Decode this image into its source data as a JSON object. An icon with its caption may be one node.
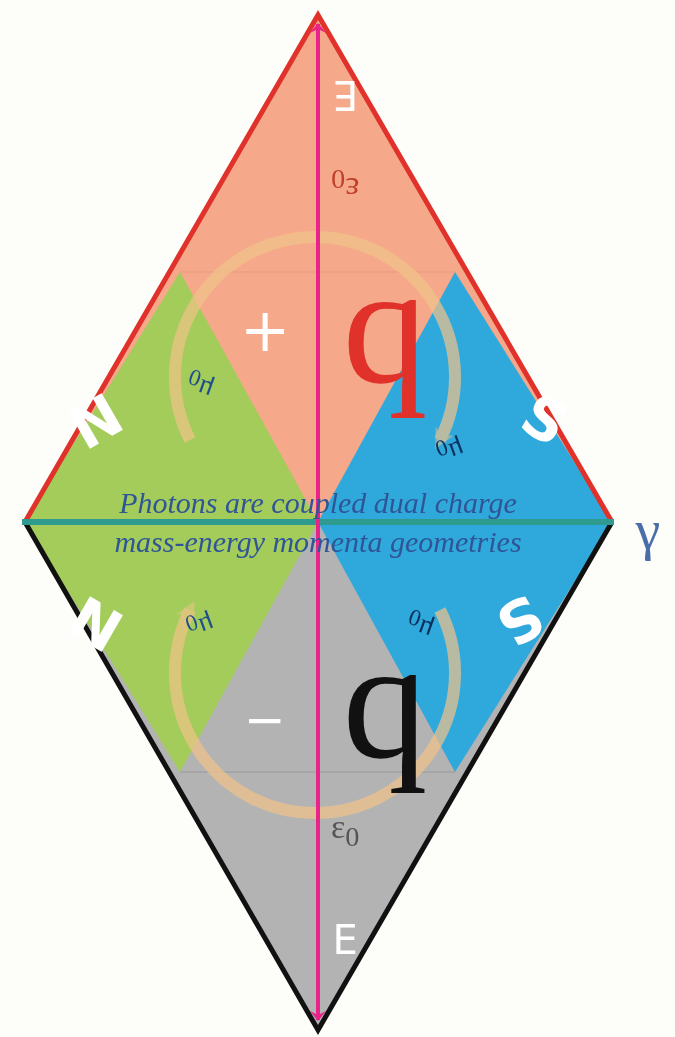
{
  "diagram": {
    "labels": [
      "E",
      "ε$_{0}$",
      "q",
      "+",
      "μ$_{0}$",
      "N",
      "μ$_{0}$",
      "S",
      "Photons are coupled dual charge mass-energy momenta geometries",
      "γ",
      "μ$_{0}$",
      "N",
      "μ$_{0}$",
      "S",
      "q",
      "−",
      "ε$_{0}$",
      "E"
    ]
  }
}
